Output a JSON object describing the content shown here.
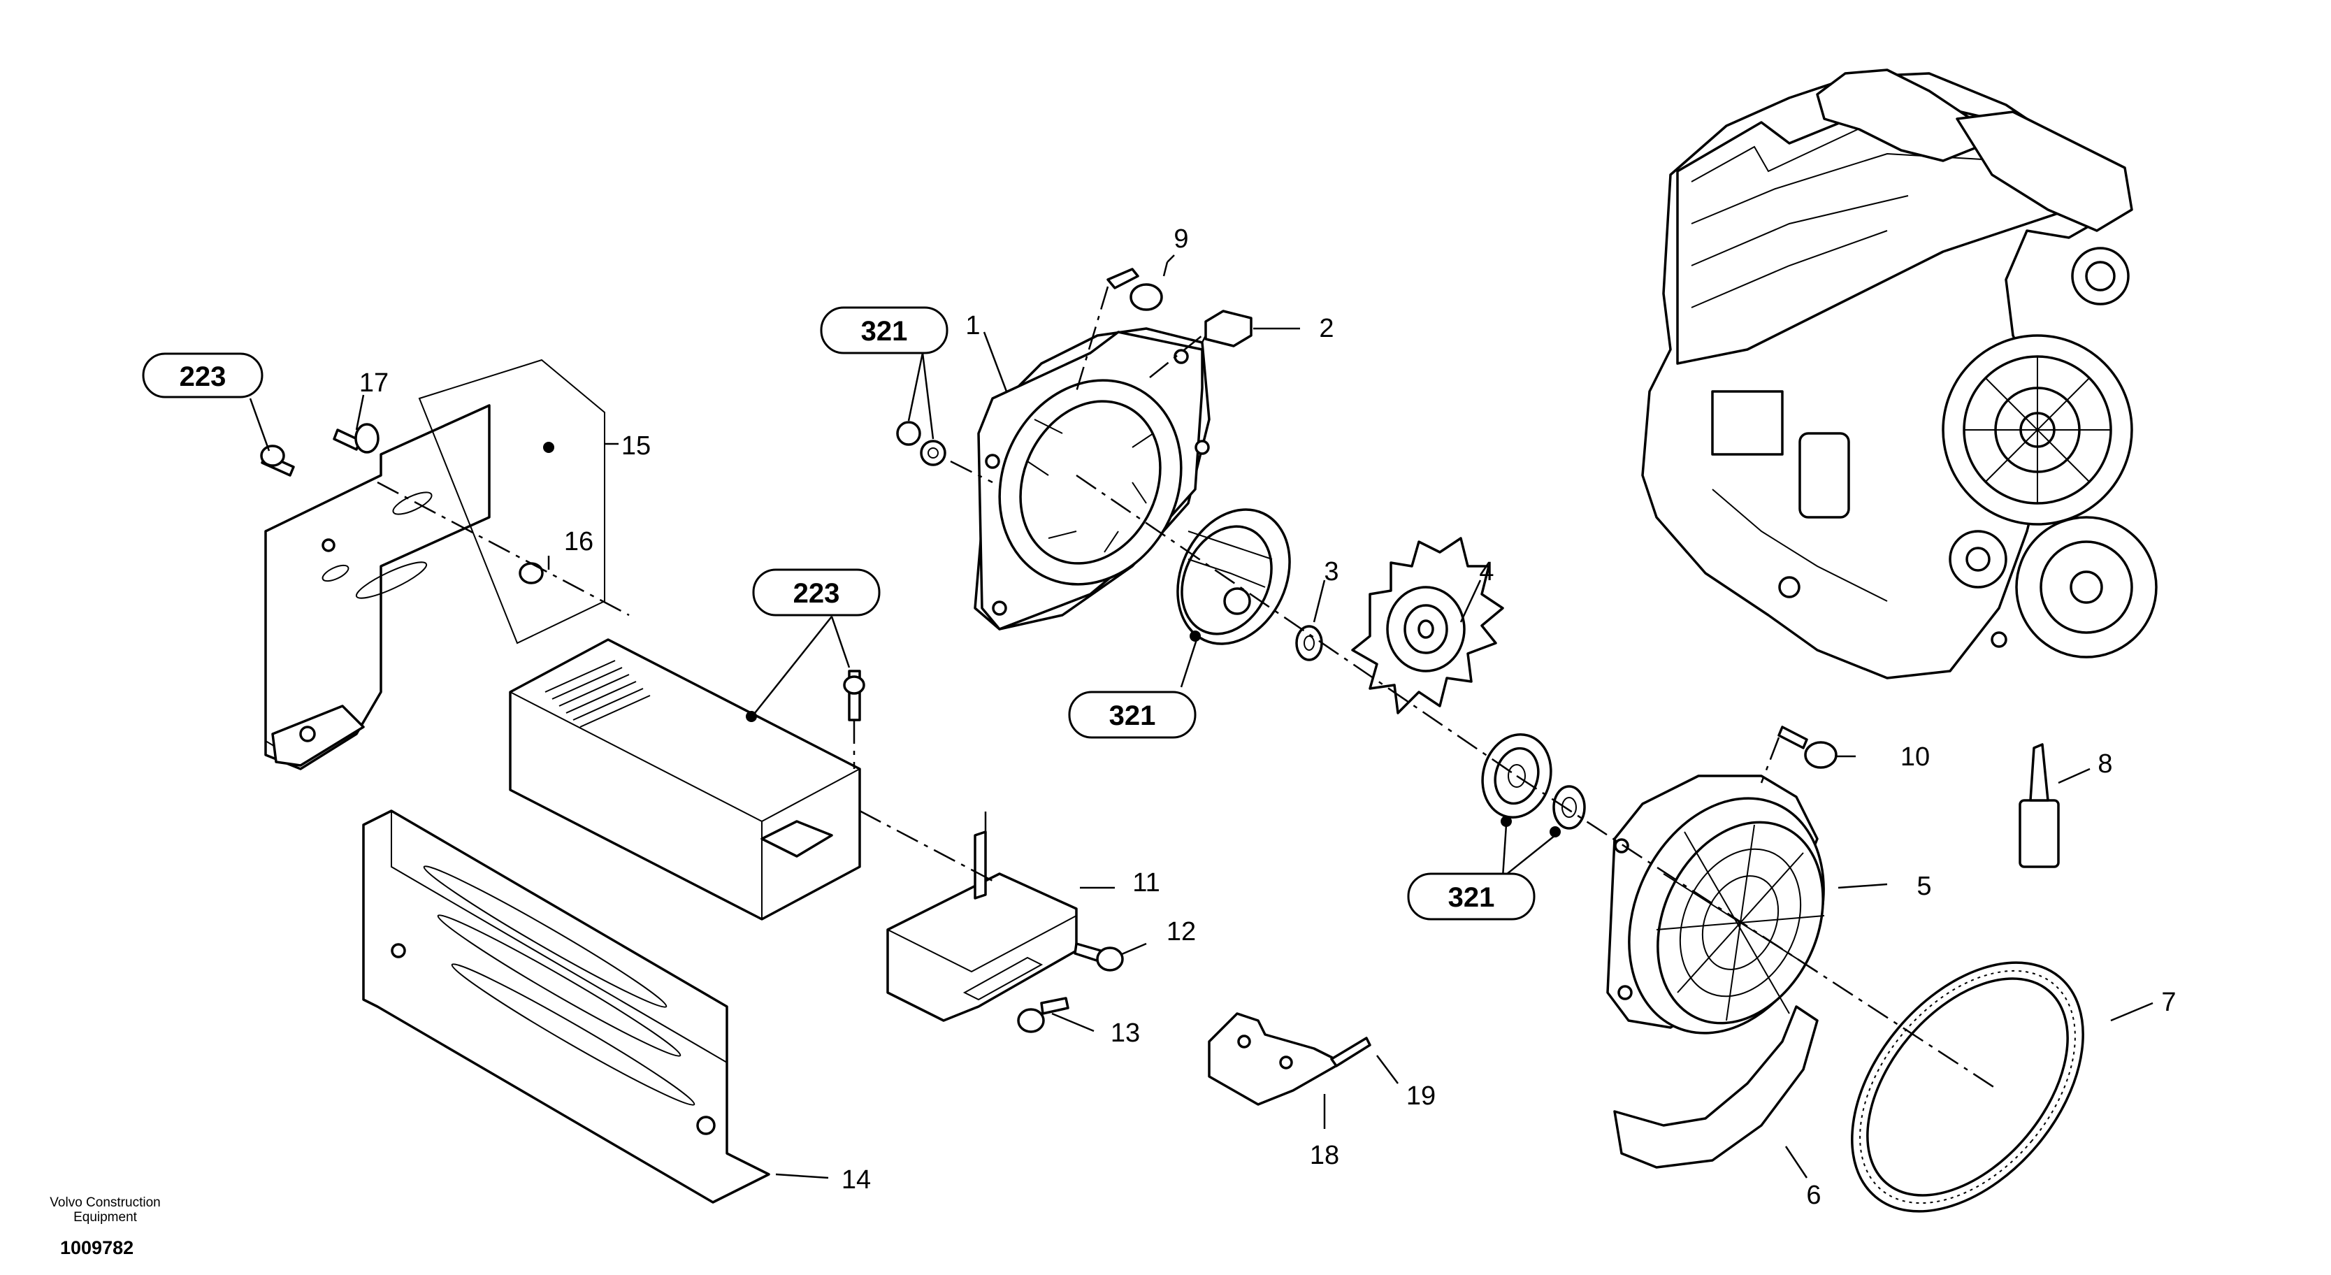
{
  "brand": {
    "line1": "Volvo Construction",
    "line2": "Equipment"
  },
  "drawing_number": "1009782",
  "callouts": [
    "1",
    "2",
    "3",
    "4",
    "5",
    "6",
    "7",
    "8",
    "9",
    "10",
    "11",
    "12",
    "13",
    "14",
    "15",
    "16",
    "17",
    "18",
    "19"
  ],
  "references": [
    "223",
    "223",
    "321",
    "321",
    "321"
  ]
}
